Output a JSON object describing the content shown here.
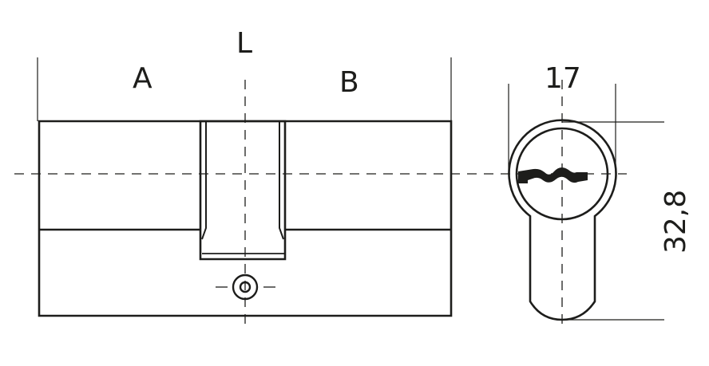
{
  "labels": {
    "length": "L",
    "side_a": "A",
    "side_b": "B",
    "width": "17",
    "height": "32,8"
  },
  "colors": {
    "line": "#1d1d1b",
    "background": "#ffffff"
  }
}
